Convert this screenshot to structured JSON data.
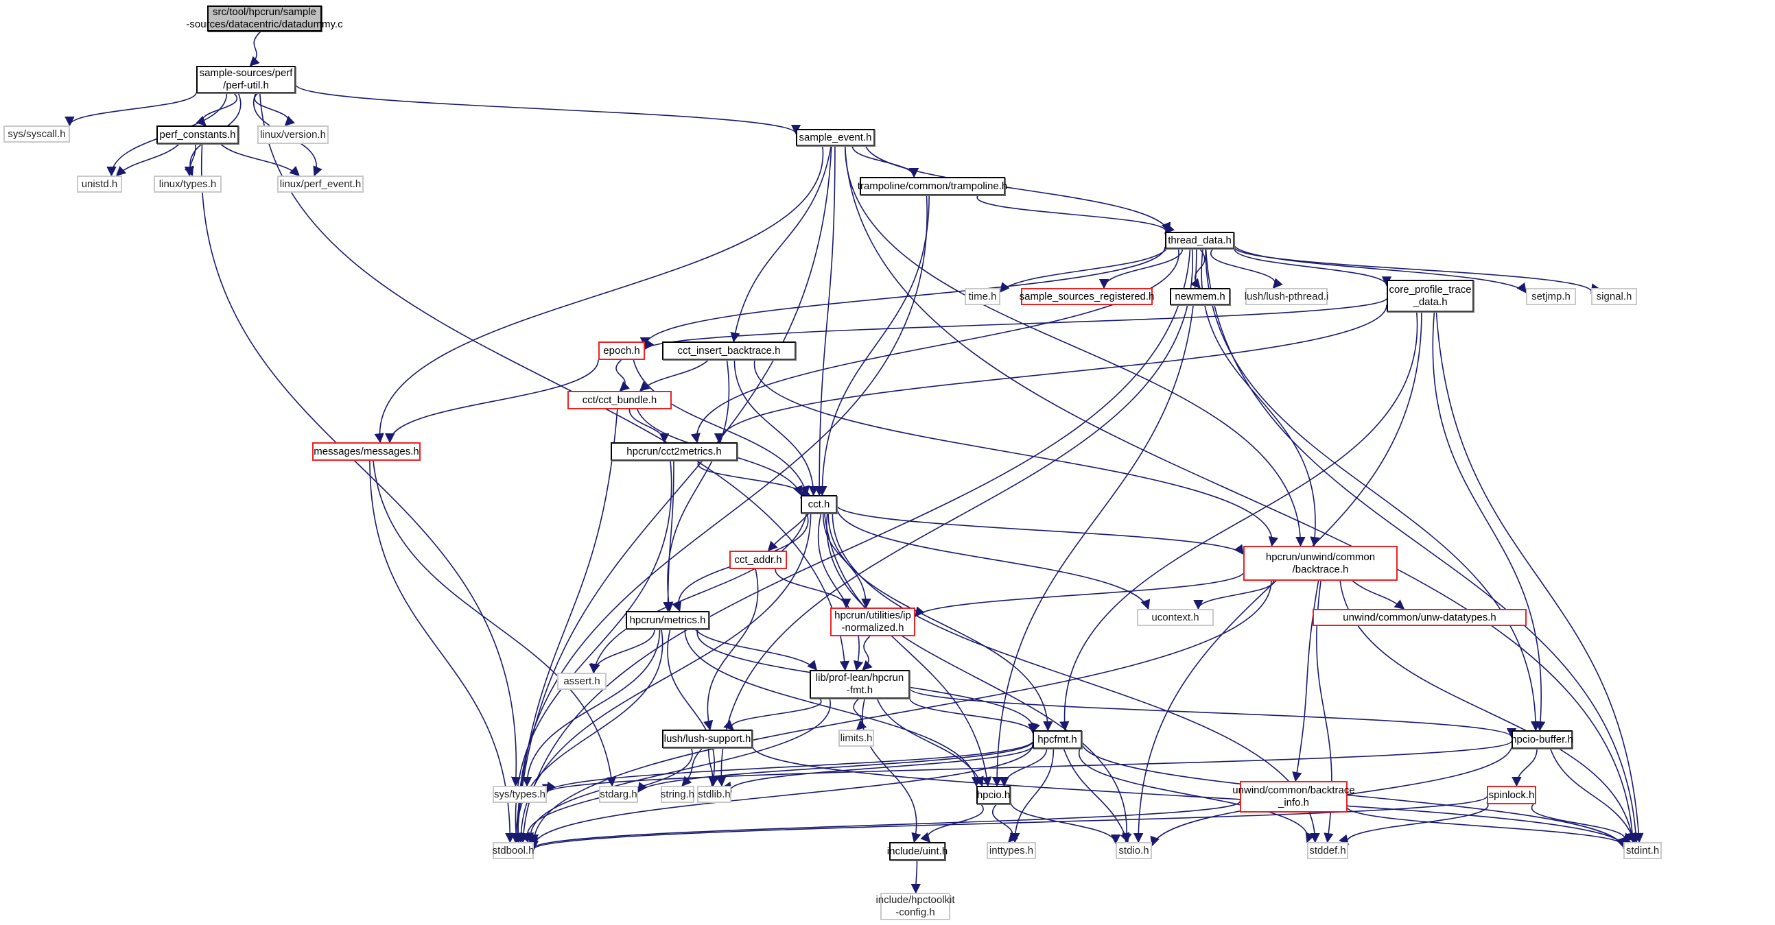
{
  "graph": {
    "title": "Include dependency graph for datadummy.c",
    "edge_color": "#191970",
    "nodes": [
      {
        "id": "root",
        "label": "src/tool/hpcrun/sample\n-sources/datacentric/datadummy.c",
        "style": "root"
      },
      {
        "id": "perfutil",
        "label": "sample-sources/perf\n/perf-util.h",
        "style": "black"
      },
      {
        "id": "syscall",
        "label": "sys/syscall.h",
        "style": "gray"
      },
      {
        "id": "perfconst",
        "label": "perf_constants.h",
        "style": "black"
      },
      {
        "id": "linuxversion",
        "label": "linux/version.h",
        "style": "gray"
      },
      {
        "id": "unistd",
        "label": "unistd.h",
        "style": "gray"
      },
      {
        "id": "linuxtypes",
        "label": "linux/types.h",
        "style": "gray"
      },
      {
        "id": "perfevent",
        "label": "linux/perf_event.h",
        "style": "gray"
      },
      {
        "id": "sampleevent",
        "label": "sample_event.h",
        "style": "black"
      },
      {
        "id": "trampoline",
        "label": "trampoline/common/trampoline.h",
        "style": "black"
      },
      {
        "id": "threaddata",
        "label": "thread_data.h",
        "style": "black"
      },
      {
        "id": "timeh",
        "label": "time.h",
        "style": "gray"
      },
      {
        "id": "ssreg",
        "label": "sample_sources_registered.h",
        "style": "red"
      },
      {
        "id": "newmem",
        "label": "newmem.h",
        "style": "black"
      },
      {
        "id": "lushpthread",
        "label": "lush/lush-pthread.i",
        "style": "gray"
      },
      {
        "id": "coreprof",
        "label": "core_profile_trace\n_data.h",
        "style": "black"
      },
      {
        "id": "setjmp",
        "label": "setjmp.h",
        "style": "gray"
      },
      {
        "id": "signal",
        "label": "signal.h",
        "style": "gray"
      },
      {
        "id": "epoch",
        "label": "epoch.h",
        "style": "red"
      },
      {
        "id": "cctinsert",
        "label": "cct_insert_backtrace.h",
        "style": "black"
      },
      {
        "id": "cctbundle",
        "label": "cct/cct_bundle.h",
        "style": "red"
      },
      {
        "id": "messages",
        "label": "messages/messages.h",
        "style": "red"
      },
      {
        "id": "cct2metrics",
        "label": "hpcrun/cct2metrics.h",
        "style": "black"
      },
      {
        "id": "cct",
        "label": "cct.h",
        "style": "black"
      },
      {
        "id": "backtrace",
        "label": "hpcrun/unwind/common\n/backtrace.h",
        "style": "red"
      },
      {
        "id": "cctaddr",
        "label": "cct_addr.h",
        "style": "red"
      },
      {
        "id": "ipnorm",
        "label": "hpcrun/utilities/ip\n-normalized.h",
        "style": "red"
      },
      {
        "id": "ucontext",
        "label": "ucontext.h",
        "style": "gray"
      },
      {
        "id": "unwdt",
        "label": "unwind/common/unw-datatypes.h",
        "style": "red"
      },
      {
        "id": "metrics",
        "label": "hpcrun/metrics.h",
        "style": "black"
      },
      {
        "id": "assert",
        "label": "assert.h",
        "style": "gray"
      },
      {
        "id": "hpcrunfmt",
        "label": "lib/prof-lean/hpcrun\n-fmt.h",
        "style": "black"
      },
      {
        "id": "limits",
        "label": "limits.h",
        "style": "gray"
      },
      {
        "id": "lushsupport",
        "label": "lush/lush-support.h",
        "style": "black"
      },
      {
        "id": "hpcfmt",
        "label": "hpcfmt.h",
        "style": "black"
      },
      {
        "id": "hpciobuffer",
        "label": "hpcio-buffer.h",
        "style": "black"
      },
      {
        "id": "systypes",
        "label": "sys/types.h",
        "style": "gray"
      },
      {
        "id": "stdarg",
        "label": "stdarg.h",
        "style": "gray"
      },
      {
        "id": "string",
        "label": "string.h",
        "style": "gray"
      },
      {
        "id": "stdlib",
        "label": "stdlib.h",
        "style": "gray"
      },
      {
        "id": "hpcio",
        "label": "hpcio.h",
        "style": "black"
      },
      {
        "id": "btinfo",
        "label": "unwind/common/backtrace\n_info.h",
        "style": "red"
      },
      {
        "id": "spinlock",
        "label": "spinlock.h",
        "style": "red"
      },
      {
        "id": "stdbool",
        "label": "stdbool.h",
        "style": "gray"
      },
      {
        "id": "uint",
        "label": "include/uint.h",
        "style": "black"
      },
      {
        "id": "inttypes",
        "label": "inttypes.h",
        "style": "gray"
      },
      {
        "id": "stdio",
        "label": "stdio.h",
        "style": "gray"
      },
      {
        "id": "stddef",
        "label": "stddef.h",
        "style": "gray"
      },
      {
        "id": "stdint",
        "label": "stdint.h",
        "style": "gray"
      },
      {
        "id": "hpctkconfig",
        "label": "include/hpctoolkit\n-config.h",
        "style": "gray"
      }
    ],
    "edges": [
      [
        "root",
        "perfutil"
      ],
      [
        "perfutil",
        "syscall"
      ],
      [
        "perfutil",
        "perfconst"
      ],
      [
        "perfutil",
        "linuxversion"
      ],
      [
        "perfutil",
        "unistd"
      ],
      [
        "perfutil",
        "linuxtypes"
      ],
      [
        "perfutil",
        "perfevent"
      ],
      [
        "perfutil",
        "sampleevent"
      ],
      [
        "perfutil",
        "hpcrunfmt"
      ],
      [
        "perfconst",
        "unistd"
      ],
      [
        "perfconst",
        "linuxtypes"
      ],
      [
        "perfconst",
        "perfevent"
      ],
      [
        "perfconst",
        "systypes"
      ],
      [
        "sampleevent",
        "trampoline"
      ],
      [
        "sampleevent",
        "threaddata"
      ],
      [
        "sampleevent",
        "cctinsert"
      ],
      [
        "sampleevent",
        "cct"
      ],
      [
        "sampleevent",
        "messages"
      ],
      [
        "sampleevent",
        "stdbool"
      ],
      [
        "sampleevent",
        "backtrace"
      ],
      [
        "sampleevent",
        "stdint"
      ],
      [
        "trampoline",
        "threaddata"
      ],
      [
        "trampoline",
        "cct"
      ],
      [
        "trampoline",
        "stdbool"
      ],
      [
        "threaddata",
        "timeh"
      ],
      [
        "threaddata",
        "ssreg"
      ],
      [
        "threaddata",
        "newmem"
      ],
      [
        "threaddata",
        "lushpthread"
      ],
      [
        "threaddata",
        "coreprof"
      ],
      [
        "threaddata",
        "setjmp"
      ],
      [
        "threaddata",
        "signal"
      ],
      [
        "threaddata",
        "epoch"
      ],
      [
        "threaddata",
        "cct2metrics"
      ],
      [
        "threaddata",
        "backtrace"
      ],
      [
        "threaddata",
        "hpciobuffer"
      ],
      [
        "threaddata",
        "stdint"
      ],
      [
        "threaddata",
        "stdbool"
      ],
      [
        "threaddata",
        "hpcio"
      ],
      [
        "threaddata",
        "stdlib"
      ],
      [
        "coreprof",
        "epoch"
      ],
      [
        "coreprof",
        "cct2metrics"
      ],
      [
        "coreprof",
        "hpcfmt"
      ],
      [
        "coreprof",
        "hpciobuffer"
      ],
      [
        "coreprof",
        "stdio"
      ],
      [
        "coreprof",
        "stdint"
      ],
      [
        "epoch",
        "cctbundle"
      ],
      [
        "epoch",
        "messages"
      ],
      [
        "epoch",
        "cct"
      ],
      [
        "cctinsert",
        "cctbundle"
      ],
      [
        "cctinsert",
        "cct"
      ],
      [
        "cctinsert",
        "metrics"
      ],
      [
        "cctinsert",
        "backtrace"
      ],
      [
        "cctbundle",
        "cct2metrics"
      ],
      [
        "cctbundle",
        "cct"
      ],
      [
        "cctbundle",
        "stdbool"
      ],
      [
        "messages",
        "stdbool"
      ],
      [
        "messages",
        "stdarg"
      ],
      [
        "cct2metrics",
        "cct"
      ],
      [
        "cct2metrics",
        "metrics"
      ],
      [
        "cct2metrics",
        "stdbool"
      ],
      [
        "cct",
        "cctaddr"
      ],
      [
        "cct",
        "ipnorm"
      ],
      [
        "cct",
        "metrics"
      ],
      [
        "cct",
        "hpcrunfmt"
      ],
      [
        "cct",
        "hpcfmt"
      ],
      [
        "cct",
        "hpcio"
      ],
      [
        "cct",
        "stdio"
      ],
      [
        "cct",
        "stddef"
      ],
      [
        "cct",
        "ucontext"
      ],
      [
        "cct",
        "assert"
      ],
      [
        "cct",
        "stdbool"
      ],
      [
        "cct",
        "backtrace"
      ],
      [
        "backtrace",
        "ipnorm"
      ],
      [
        "backtrace",
        "ucontext"
      ],
      [
        "backtrace",
        "unwdt"
      ],
      [
        "backtrace",
        "btinfo"
      ],
      [
        "backtrace",
        "stdbool"
      ],
      [
        "backtrace",
        "stdint"
      ],
      [
        "backtrace",
        "stddef"
      ],
      [
        "cctaddr",
        "ipnorm"
      ],
      [
        "cctaddr",
        "lushsupport"
      ],
      [
        "ipnorm",
        "hpcrunfmt"
      ],
      [
        "metrics",
        "assert"
      ],
      [
        "metrics",
        "hpcrunfmt"
      ],
      [
        "metrics",
        "hpcfmt"
      ],
      [
        "metrics",
        "systypes"
      ],
      [
        "metrics",
        "stdbool"
      ],
      [
        "metrics",
        "stdlib"
      ],
      [
        "metrics",
        "hpcio"
      ],
      [
        "hpcrunfmt",
        "lushsupport"
      ],
      [
        "hpcrunfmt",
        "limits"
      ],
      [
        "hpcrunfmt",
        "hpcfmt"
      ],
      [
        "hpcrunfmt",
        "hpcio"
      ],
      [
        "hpcrunfmt",
        "uint"
      ],
      [
        "hpcrunfmt",
        "hpciobuffer"
      ],
      [
        "hpcrunfmt",
        "stdbool"
      ],
      [
        "lushsupport",
        "string"
      ],
      [
        "lushsupport",
        "stdlib"
      ],
      [
        "lushsupport",
        "stdbool"
      ],
      [
        "lushsupport",
        "stdint"
      ],
      [
        "hpcfmt",
        "hpcio"
      ],
      [
        "hpcfmt",
        "stdio"
      ],
      [
        "hpcfmt",
        "stddef"
      ],
      [
        "hpcfmt",
        "inttypes"
      ],
      [
        "hpcfmt",
        "stdlib"
      ],
      [
        "hpcfmt",
        "stdarg"
      ],
      [
        "hpcfmt",
        "stdbool"
      ],
      [
        "hpcfmt",
        "stdint"
      ],
      [
        "hpcfmt",
        "systypes"
      ],
      [
        "hpciobuffer",
        "spinlock"
      ],
      [
        "hpciobuffer",
        "stdint"
      ],
      [
        "hpciobuffer",
        "stdio"
      ],
      [
        "hpciobuffer",
        "systypes"
      ],
      [
        "hpcio",
        "uint"
      ],
      [
        "hpcio",
        "inttypes"
      ],
      [
        "hpcio",
        "stdio"
      ],
      [
        "btinfo",
        "stdbool"
      ],
      [
        "btinfo",
        "stdint"
      ],
      [
        "spinlock",
        "stdbool"
      ],
      [
        "spinlock",
        "stddef"
      ],
      [
        "spinlock",
        "stdint"
      ],
      [
        "uint",
        "hpctkconfig"
      ]
    ]
  }
}
